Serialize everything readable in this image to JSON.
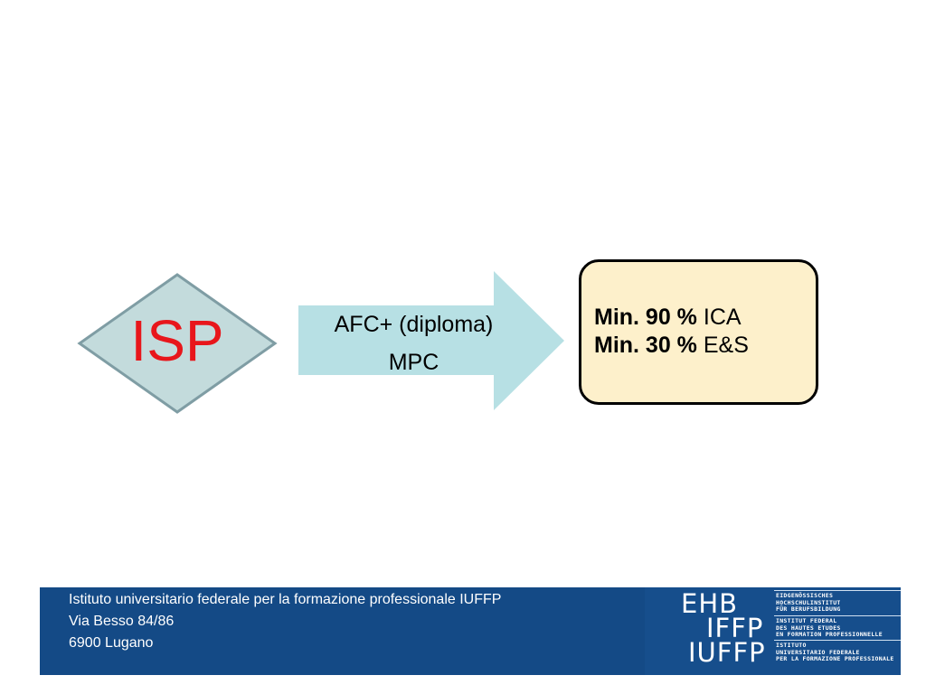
{
  "diagram": {
    "source_label": "ISP",
    "arrow_lines": [
      "AFC+ (diploma)",
      "MPC"
    ],
    "result": {
      "line1_bold": "Min. 90 %",
      "line1_rest": " ICA",
      "line2_bold": "Min. 30 %",
      "line2_rest": " E&S"
    },
    "colors": {
      "diamond_fill": "#c3dbdc",
      "diamond_stroke": "#7f9da4",
      "source_text": "#e8161b",
      "arrow_fill": "#b7e0e4",
      "box_fill": "#fdf0cb",
      "footer_bg": "#144a86"
    }
  },
  "footer": {
    "lines": [
      "Istituto universitario federale per la formazione professionale IUFFP",
      "Via Besso 84/86",
      "6900 Lugano"
    ]
  },
  "logo": {
    "acronyms": [
      "EHB",
      "IFFP",
      "IUFFP"
    ],
    "blocks": [
      [
        "EIDGENÖSSISCHES",
        "HOCHSCHULINSTITUT",
        "FÜR BERUFSBILDUNG"
      ],
      [
        "INSTITUT FEDERAL",
        "DES HAUTES ETUDES",
        "EN FORMATION PROFESSIONNELLE"
      ],
      [
        "ISTITUTO",
        "UNIVERSITARIO FEDERALE",
        "PER LA FORMAZIONE PROFESSIONALE"
      ]
    ]
  }
}
